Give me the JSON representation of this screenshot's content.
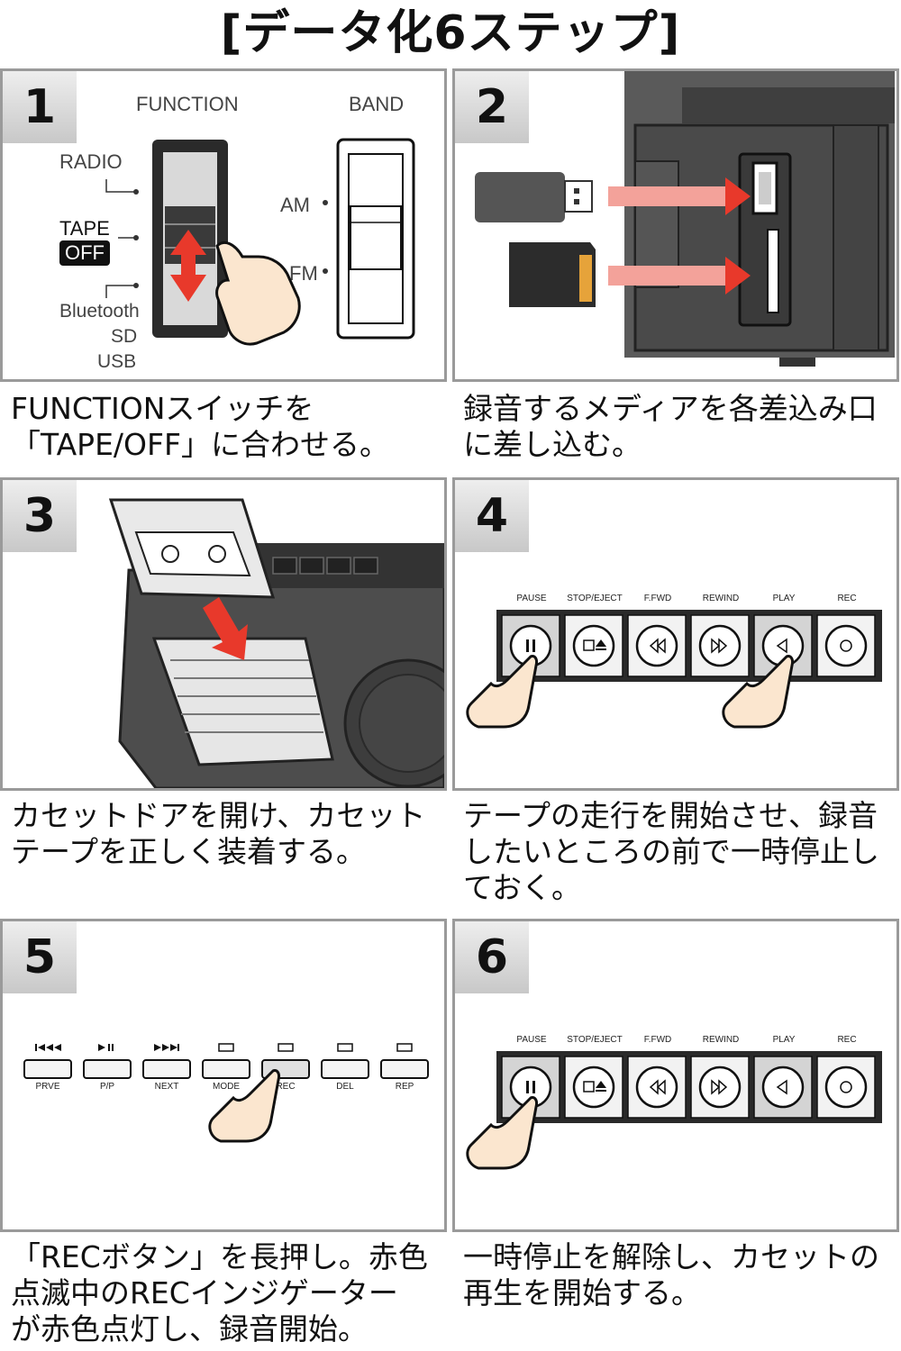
{
  "title": "[データ化6ステップ]",
  "steps": [
    {
      "number": "1",
      "caption": [
        "FUNCTIONスイッチを",
        "「TAPE/OFF」に合わせる。"
      ]
    },
    {
      "number": "2",
      "caption": [
        "録音するメディアを各差込み口",
        "に差し込む。"
      ]
    },
    {
      "number": "3",
      "caption": [
        "カセットドアを開け、カセット",
        "テープを正しく装着する。"
      ]
    },
    {
      "number": "4",
      "caption": [
        "テープの走行を開始させ、録音",
        "したいところの前で一時停止し",
        "ておく。"
      ]
    },
    {
      "number": "5",
      "caption": [
        "「RECボタン」を長押し。赤色",
        "点滅中のRECインジゲーター",
        "が赤色点灯し、録音開始。"
      ]
    },
    {
      "number": "6",
      "caption": [
        "一時停止を解除し、カセットの",
        "再生を開始する。"
      ]
    }
  ],
  "step1": {
    "function_label": "FUNCTION",
    "band_label": "BAND",
    "positions": [
      "RADIO",
      "TAPE",
      "OFF",
      "Bluetooth",
      "SD",
      "USB"
    ],
    "band_positions": [
      "AM",
      "FM"
    ]
  },
  "transport": {
    "labels": [
      "PAUSE",
      "STOP/EJECT",
      "F.FWD",
      "REWIND",
      "PLAY",
      "REC"
    ]
  },
  "step5": {
    "labels": [
      "PRVE",
      "P/P",
      "NEXT",
      "MODE",
      "REC",
      "DEL",
      "REP"
    ]
  },
  "colors": {
    "arrow_red": "#e8392b",
    "badge_gray": "#d4d4d4",
    "hand_fill": "#fbe6cf"
  }
}
